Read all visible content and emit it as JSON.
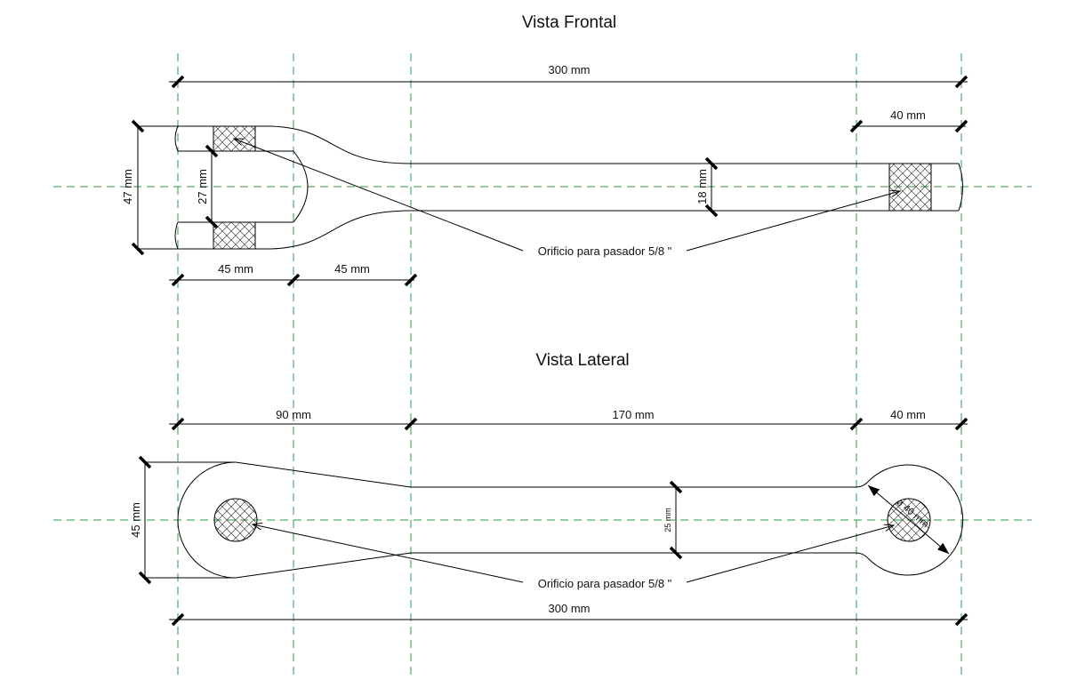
{
  "front_view": {
    "title": "Vista Frontal",
    "dim_total": "300 mm",
    "dim_end": "40 mm",
    "dim_height": "47 mm",
    "dim_inner": "27 mm",
    "dim_shaft": "18 mm",
    "dim_45a": "45 mm",
    "dim_45b": "45 mm",
    "leader": "Orificio para pasador 5/8 \""
  },
  "side_view": {
    "title": "Vista Lateral",
    "dim_90": "90 mm",
    "dim_170": "170 mm",
    "dim_40": "40 mm",
    "dim_height": "45 mm",
    "dim_shaft": "25 mm",
    "dim_diameter": "ø 40 mm",
    "leader": "Orificio para pasador 5/8 \"",
    "dim_total": "300 mm"
  },
  "colors": {
    "centerline": "#2a9a4a",
    "line": "#000000"
  }
}
